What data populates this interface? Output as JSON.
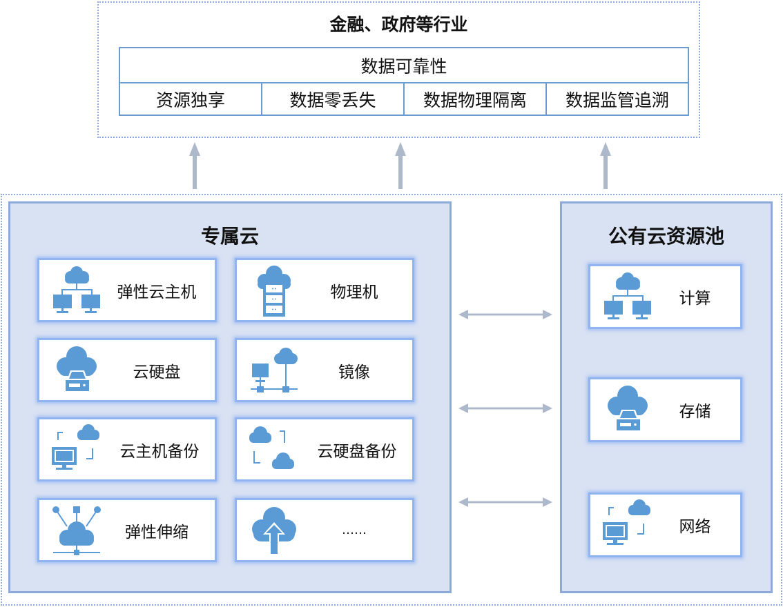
{
  "industry": {
    "title": "金融、政府等行业",
    "table_header": "数据可靠性",
    "table_cells": [
      "资源独享",
      "数据零丢失",
      "数据物理隔离",
      "数据监管追溯"
    ]
  },
  "dedicated_cloud": {
    "title": "专属云",
    "services": [
      {
        "label": "弹性云主机",
        "icon": "cloud-network-icon"
      },
      {
        "label": "物理机",
        "icon": "cloud-server-rack-icon"
      },
      {
        "label": "云硬盘",
        "icon": "cloud-disk-icon"
      },
      {
        "label": "镜像",
        "icon": "image-network-icon"
      },
      {
        "label": "云主机备份",
        "icon": "host-backup-icon"
      },
      {
        "label": "云硬盘备份",
        "icon": "disk-backup-icon"
      },
      {
        "label": "弹性伸缩",
        "icon": "auto-scaling-icon"
      },
      {
        "label": "……",
        "icon": "cloud-upload-icon"
      }
    ]
  },
  "public_pool": {
    "title": "公有云资源池",
    "resources": [
      {
        "label": "计算",
        "icon": "cloud-network-icon"
      },
      {
        "label": "存储",
        "icon": "cloud-disk-icon"
      },
      {
        "label": "网络",
        "icon": "host-backup-icon"
      }
    ]
  },
  "colors": {
    "icon_blue": "#5b9bd5",
    "panel_bg": "#d9e2f3",
    "panel_border": "#8eaadb",
    "arrow_gray": "#adb9ca",
    "table_border": "#6b9bd1"
  }
}
